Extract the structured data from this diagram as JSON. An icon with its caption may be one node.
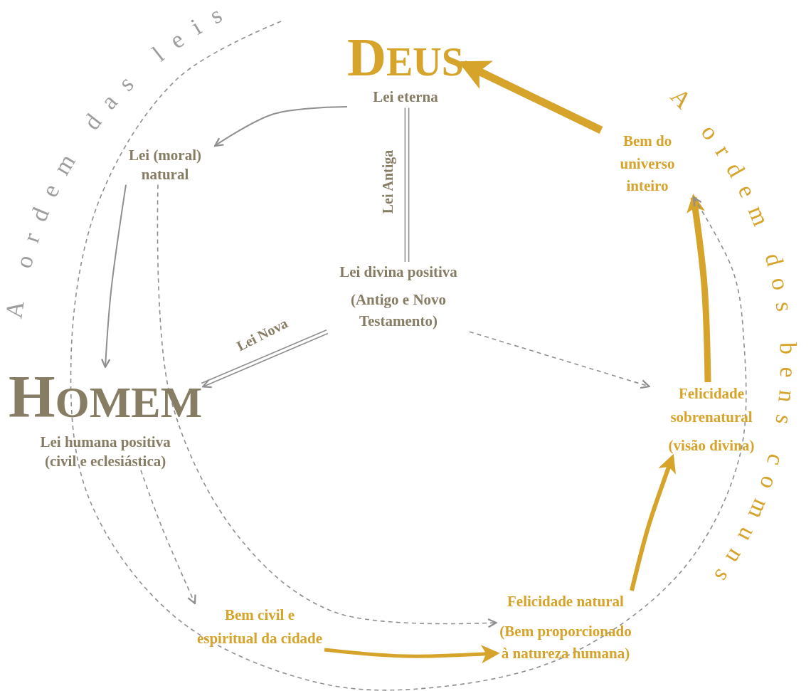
{
  "diagram": {
    "nodes": [
      {
        "text": [
          "DEUS",
          "Lei eterna"
        ]
      },
      {
        "text": [
          "Lei (moral) natural"
        ]
      },
      {
        "text": [
          "Lei divina positiva",
          "(Antigo e Novo Testamento)"
        ]
      },
      {
        "text": [
          "HOMEM",
          "Lei humana positiva (civil e eclesiástica)"
        ]
      },
      {
        "text": [
          "Bem do universo inteiro"
        ]
      },
      {
        "text": [
          "Felicidade sobrenatural",
          "(visão divina)"
        ]
      },
      {
        "text": [
          "Bem civil e espiritual da cidade"
        ]
      },
      {
        "text": [
          "Felicidade natural",
          "(Bem proporcionado à natureza humana)"
        ]
      }
    ],
    "edges": [
      {
        "from": 0,
        "to": 1,
        "arrow": "to"
      },
      {
        "from": 1,
        "to": 3,
        "arrow": "to"
      },
      {
        "from": 0,
        "to": 2,
        "arrow": "none",
        "label": "Lei Antiga"
      },
      {
        "from": 2,
        "to": 3,
        "arrow": "to",
        "label": "Lei Nova"
      },
      {
        "from": 2,
        "to": 5,
        "arrow": "to",
        "style": "dashed"
      },
      {
        "from": 3,
        "to": 6,
        "arrow": "to",
        "style": "dashed"
      },
      {
        "from": 6,
        "to": 7,
        "arrow": "to",
        "style": "thick",
        "color": "#d6a32b"
      },
      {
        "from": 7,
        "to": 5,
        "arrow": "to",
        "style": "thick",
        "color": "#d6a32b"
      },
      {
        "from": 5,
        "to": 4,
        "arrow": "to",
        "style": "thick",
        "color": "#d6a32b"
      },
      {
        "from": 4,
        "to": 0,
        "arrow": "to",
        "style": "thick",
        "color": "#d6a32b"
      },
      {
        "from": 1,
        "to": 7,
        "arrow": "to",
        "style": "dashed"
      },
      {
        "from": null,
        "to": 4,
        "arrow": "to",
        "style": "dashed"
      }
    ],
    "labels": [
      "A ordem das leis",
      "A ordem dos bens comuns"
    ]
  }
}
